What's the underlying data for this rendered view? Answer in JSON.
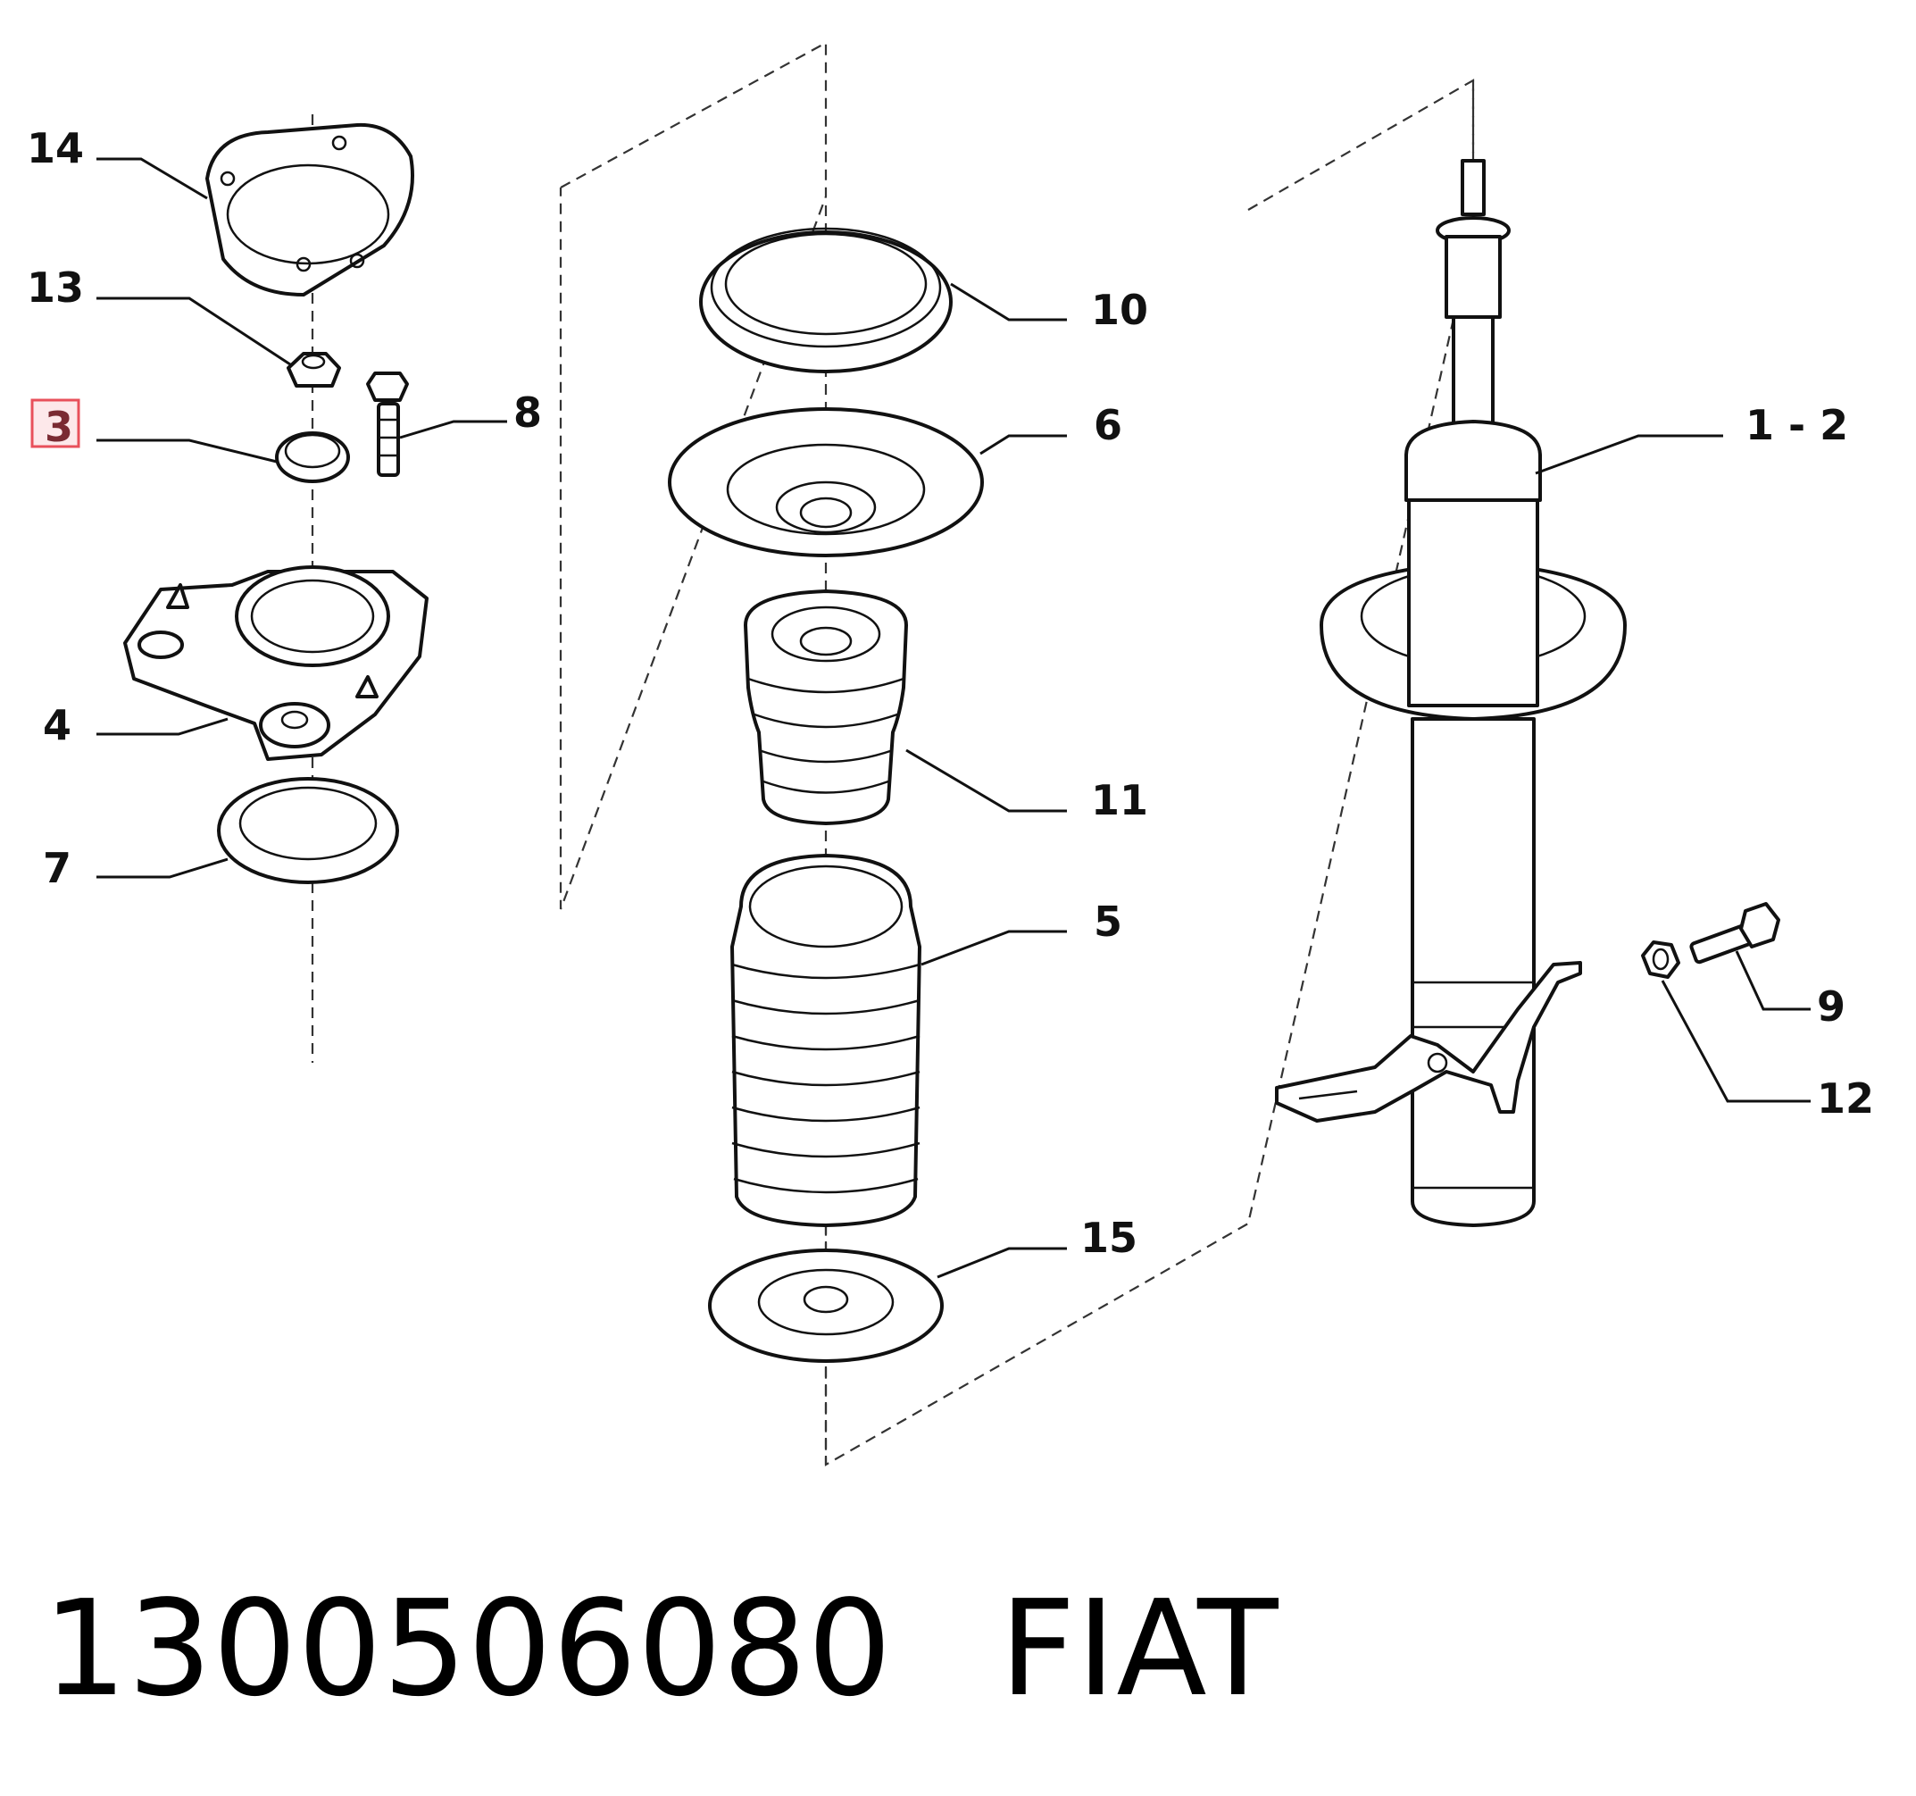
{
  "diagram": {
    "callouts": [
      {
        "id": "c14",
        "label": "14",
        "highlighted": false
      },
      {
        "id": "c13",
        "label": "13",
        "highlighted": false
      },
      {
        "id": "c3",
        "label": "3",
        "highlighted": true
      },
      {
        "id": "c8",
        "label": "8",
        "highlighted": false
      },
      {
        "id": "c4",
        "label": "4",
        "highlighted": false
      },
      {
        "id": "c7",
        "label": "7",
        "highlighted": false
      },
      {
        "id": "c10",
        "label": "10",
        "highlighted": false
      },
      {
        "id": "c6",
        "label": "6",
        "highlighted": false
      },
      {
        "id": "c11",
        "label": "11",
        "highlighted": false
      },
      {
        "id": "c5",
        "label": "5",
        "highlighted": false
      },
      {
        "id": "c15",
        "label": "15",
        "highlighted": false
      },
      {
        "id": "c12lbl",
        "label": "1 - 2",
        "highlighted": false
      },
      {
        "id": "c9",
        "label": "9",
        "highlighted": false
      },
      {
        "id": "c12",
        "label": "12",
        "highlighted": false
      }
    ],
    "highlight_color": "#e8505b"
  },
  "footer": {
    "part_number": "1300506080",
    "brand": "FIAT"
  }
}
